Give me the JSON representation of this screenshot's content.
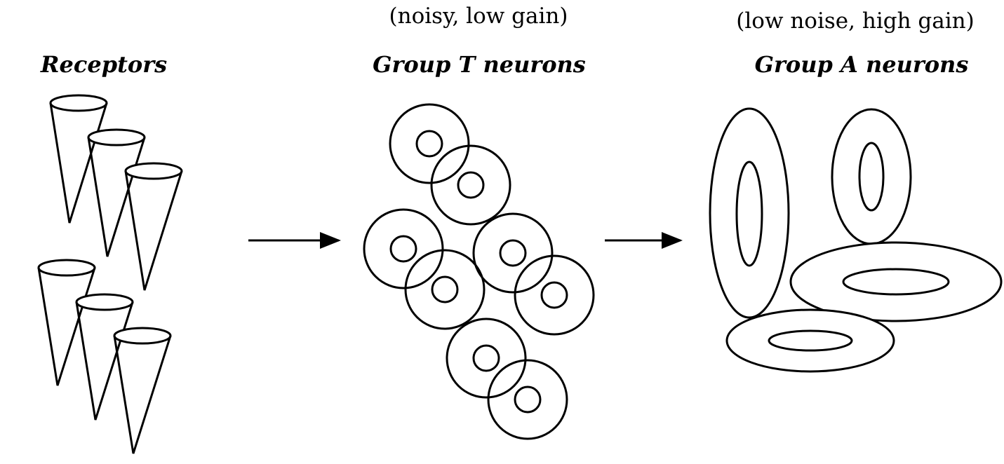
{
  "receptors": {
    "title": "Receptors"
  },
  "group_t": {
    "note": "(noisy, low gain)",
    "title": "Group T neurons"
  },
  "group_a": {
    "note": "(low noise, high gain)",
    "title": "Group A neurons"
  },
  "colors": {
    "ink": "#000000",
    "background": "#ffffff"
  }
}
